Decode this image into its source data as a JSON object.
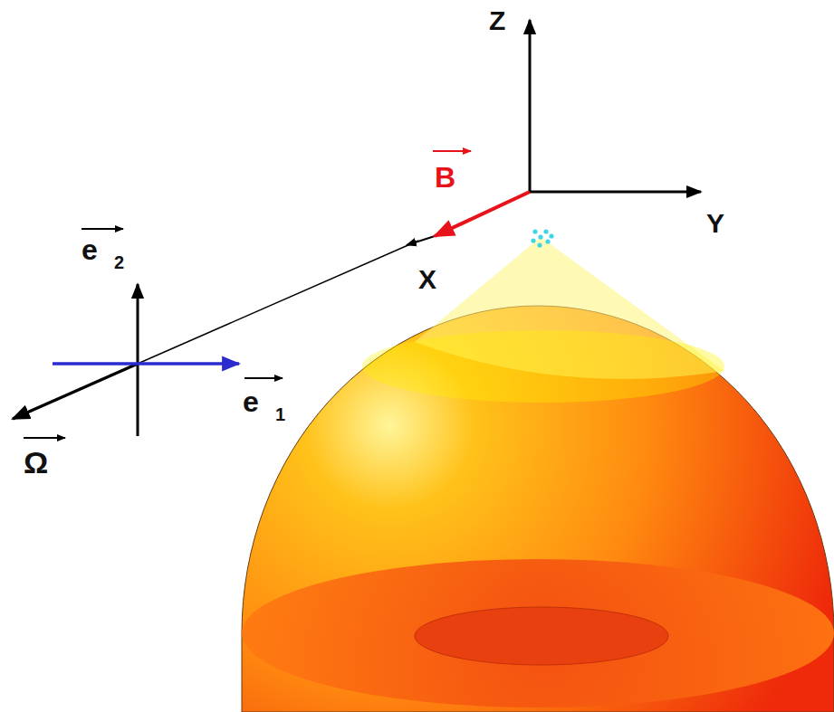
{
  "diagram": {
    "labels": [
      "Z",
      "Y",
      "X",
      "B",
      "e",
      "2",
      "e",
      "1",
      "Ω"
    ]
  }
}
